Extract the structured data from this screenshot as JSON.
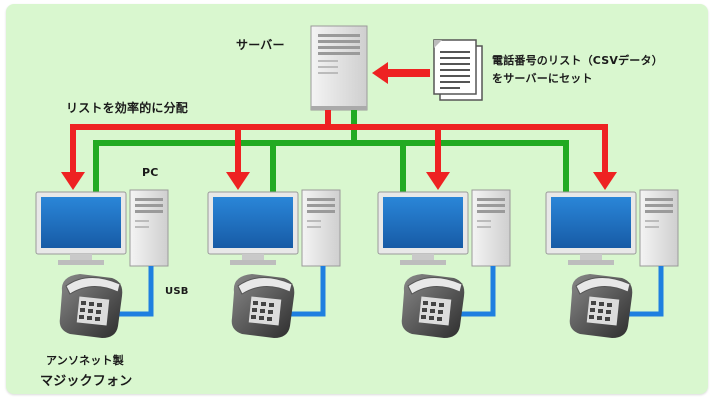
{
  "labels": {
    "server": "サーバー",
    "list_line1": "電話番号のリスト（CSVデータ）",
    "list_line2": "をサーバーにセット",
    "distribute": "リストを効率的に分配",
    "pc": "PC",
    "usb": "USB",
    "phone_line1": "アンソネット製",
    "phone_line2": "マジックフォン"
  },
  "colors": {
    "panel": "#d9f7cf",
    "red_line": "#ee2222",
    "green_line": "#22aa22",
    "blue_cable": "#1e7fe0",
    "monitor_screen": "#1f6fc0"
  },
  "workstations": [
    {
      "id": 1
    },
    {
      "id": 2
    },
    {
      "id": 3
    },
    {
      "id": 4
    }
  ]
}
